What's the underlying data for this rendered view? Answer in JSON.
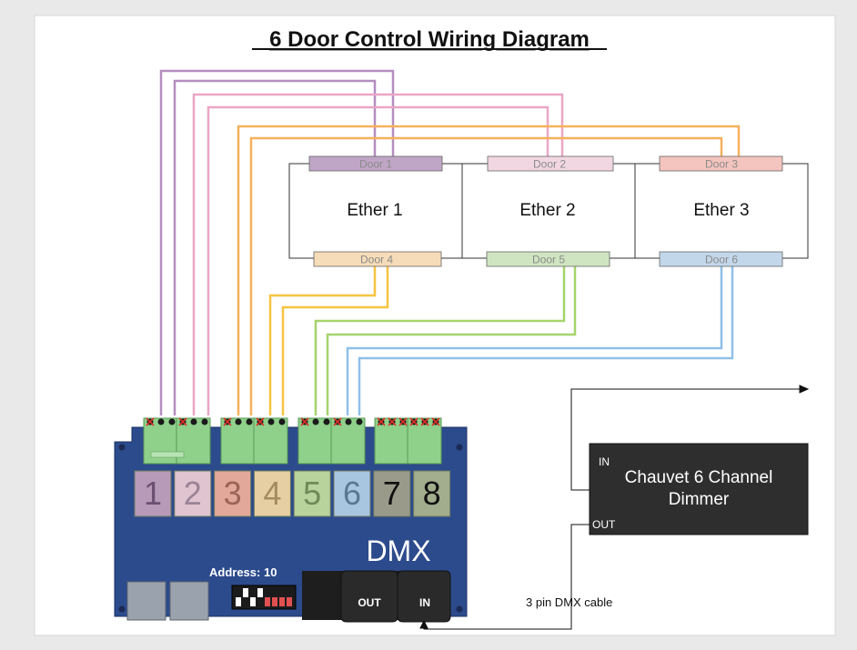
{
  "title": "6 Door Control Wiring Diagram",
  "doors": [
    {
      "label": "Door 1",
      "color": "#c0a6c6",
      "wire": "#b48ec0"
    },
    {
      "label": "Door 2",
      "color": "#f1d7e2",
      "wire": "#eaa6c6"
    },
    {
      "label": "Door 3",
      "color": "#f4c4be",
      "wire": "#f7b15c"
    },
    {
      "label": "Door 4",
      "color": "#f6dcb8",
      "wire": "#f7c441"
    },
    {
      "label": "Door 5",
      "color": "#cfe5c1",
      "wire": "#a6d36b"
    },
    {
      "label": "Door 6",
      "color": "#c3d7ea",
      "wire": "#8fbfe8"
    }
  ],
  "ethers": [
    {
      "label": "Ether 1"
    },
    {
      "label": "Ether 2"
    },
    {
      "label": "Ether 3"
    }
  ],
  "dmx_board": {
    "brand_label": "DMX",
    "address_label": "Address: 10",
    "out_label": "OUT",
    "in_label": "IN",
    "channels": [
      {
        "num": "1",
        "fill": "#b79ab8",
        "text_color": "#6b4f73"
      },
      {
        "num": "2",
        "fill": "#e0c4d0",
        "text_color": "#9b8496"
      },
      {
        "num": "3",
        "fill": "#e2a99a",
        "text_color": "#9b6458"
      },
      {
        "num": "4",
        "fill": "#e6cfa2",
        "text_color": "#a48c5f"
      },
      {
        "num": "5",
        "fill": "#b8d39c",
        "text_color": "#6f8a58"
      },
      {
        "num": "6",
        "fill": "#a9c6e0",
        "text_color": "#5b7893"
      },
      {
        "num": "7",
        "fill": "#9a9a8a",
        "text_color": "#111111"
      },
      {
        "num": "8",
        "fill": "#a2ad8e",
        "text_color": "#111111"
      }
    ]
  },
  "dimmer": {
    "title_line1": "Chauvet 6 Channel",
    "title_line2": "Dimmer",
    "in_label": "IN",
    "out_label": "OUT"
  },
  "cable_label": "3 pin DMX cable",
  "colors": {
    "board_blue": "#2c4b8c",
    "terminal_green": "#8fd08a",
    "dimmer_bg": "#2e2e2e"
  }
}
